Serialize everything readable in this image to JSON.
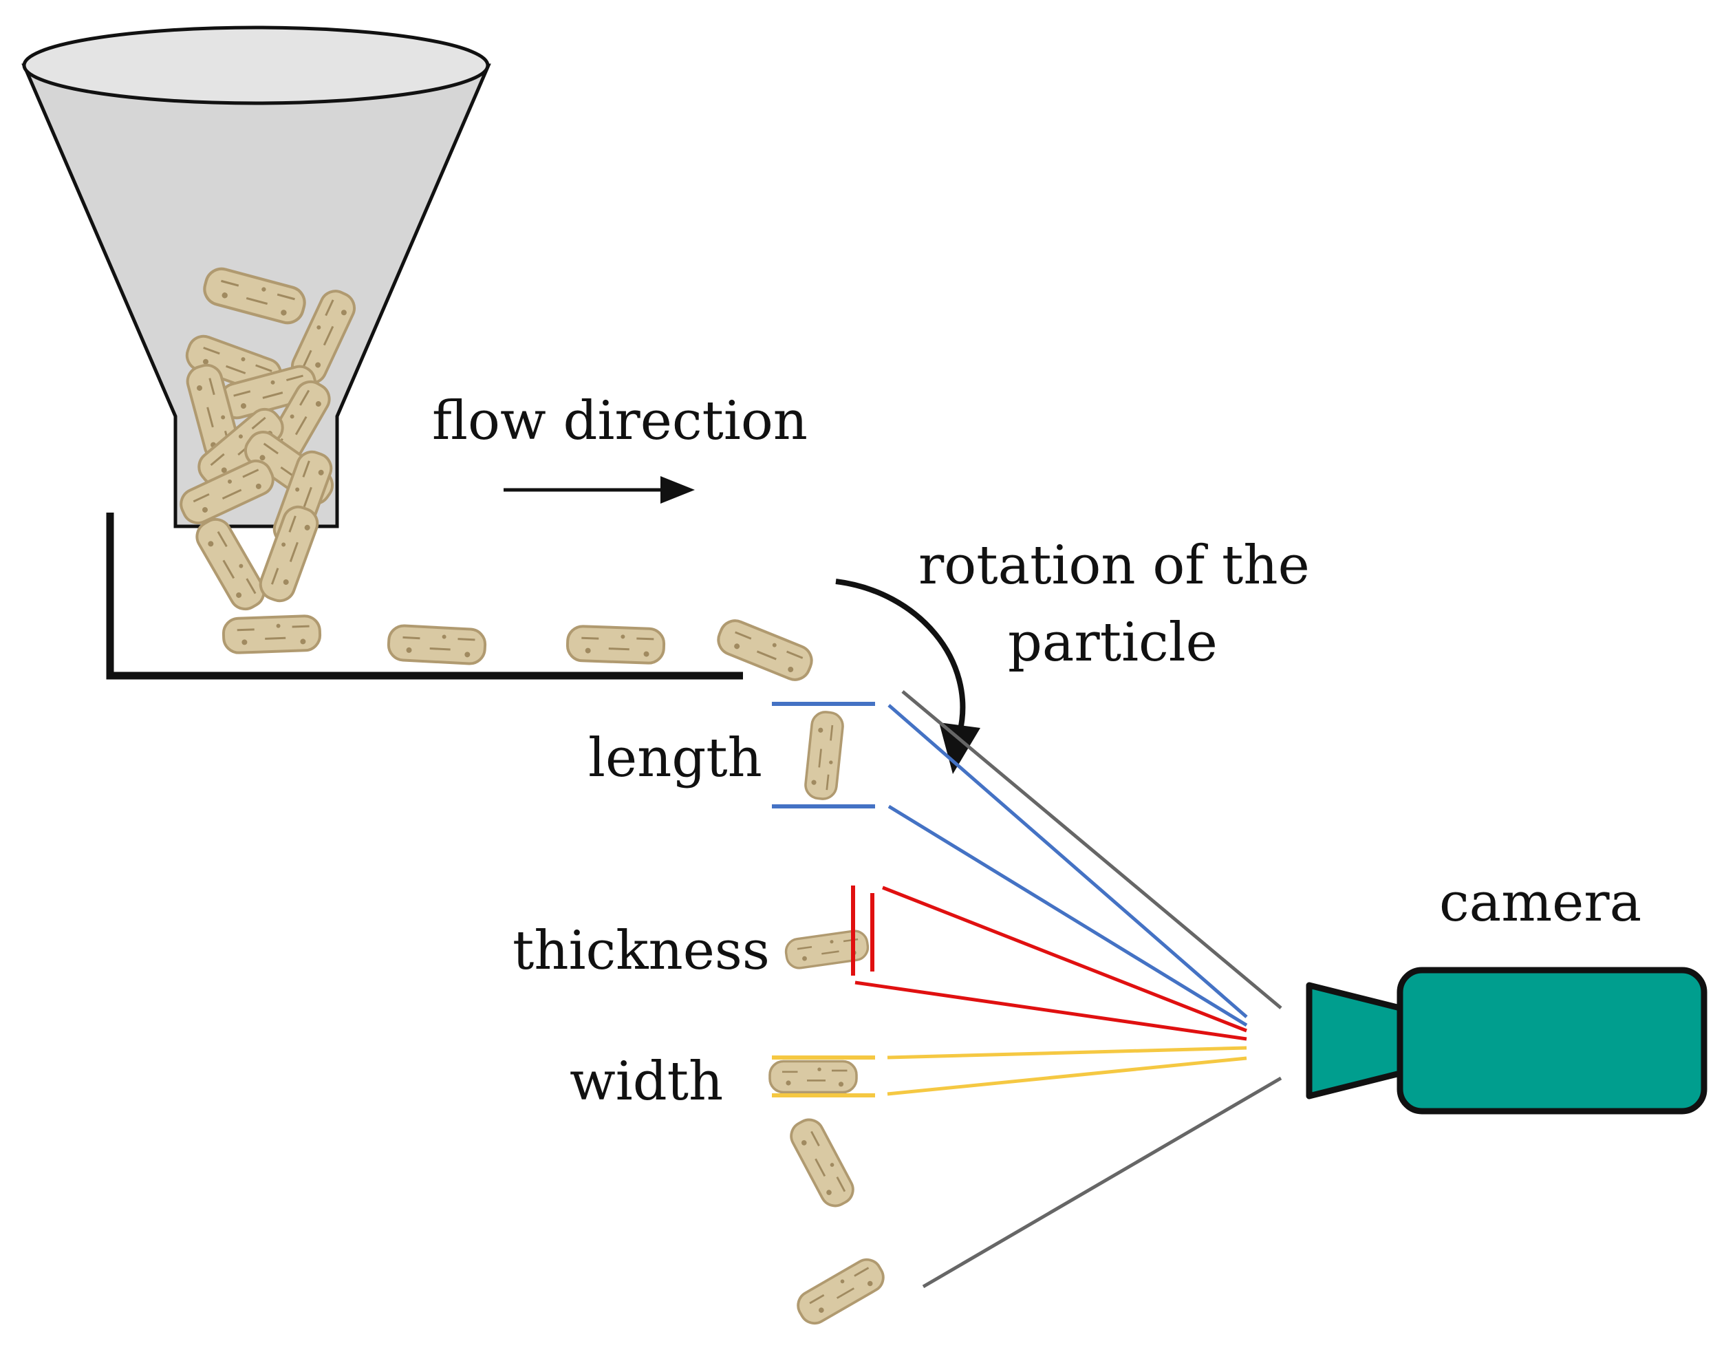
{
  "labels": {
    "flow": "flow direction",
    "rotation_line1": "rotation of the",
    "rotation_line2": "particle",
    "length": "length",
    "thickness": "thickness",
    "width": "width",
    "camera": "camera"
  },
  "colors": {
    "hopper_fill": "#d6d6d6",
    "outline": "#111111",
    "pellet_fill": "#d9c9a3",
    "pellet_dark": "#b09a70",
    "length_lines": "#4472c4",
    "thickness_lines": "#e01010",
    "width_lines": "#f5c842",
    "view_lines": "#666666",
    "camera_fill": "#009e8e"
  },
  "icons": {
    "hopper": "funnel-hopper-icon",
    "pellet": "wood-pellet-icon",
    "camera": "video-camera-icon"
  }
}
